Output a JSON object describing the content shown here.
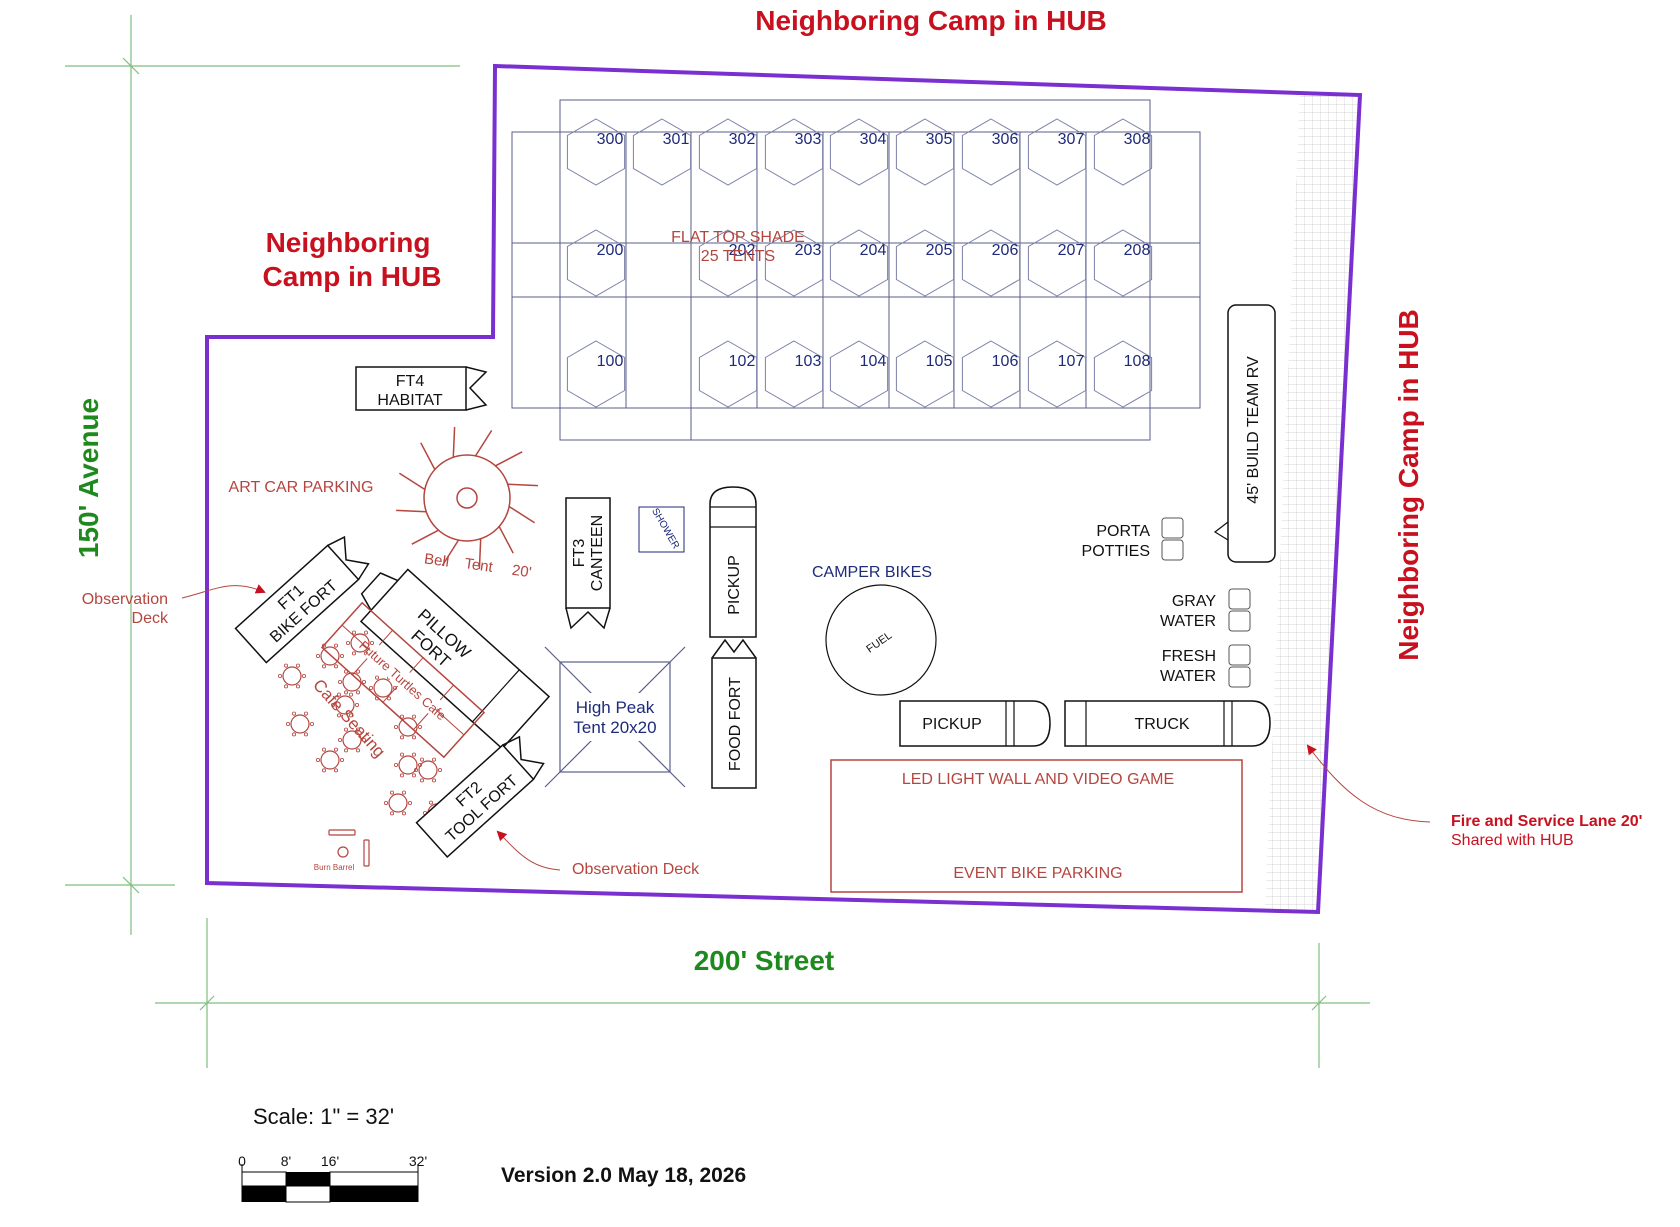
{
  "colors": {
    "boundary": "#7a2fd0",
    "heading_red": "#c8101e",
    "street_green": "#1e8a1e",
    "tent_navy": "#1e2a7a",
    "annotation_rust": "#b5453f",
    "dimension_green": "#7fbf7f"
  },
  "headings": {
    "top": "Neighboring Camp in HUB",
    "left_line1": "Neighboring",
    "left_line2": "Camp in HUB",
    "right": "Neighboring Camp in HUB",
    "avenue": "150' Avenue",
    "street": "200' Street"
  },
  "tents": {
    "row300": [
      "300",
      "301",
      "302",
      "303",
      "304",
      "305",
      "306",
      "307",
      "308"
    ],
    "row200": [
      "200",
      "202",
      "203",
      "204",
      "205",
      "206",
      "207",
      "208"
    ],
    "row100": [
      "100",
      "102",
      "103",
      "104",
      "105",
      "106",
      "107",
      "108"
    ],
    "shade_line1": "FLAT TOP SHADE",
    "shade_line2": "25 TENTS"
  },
  "structures": {
    "ft4_line1": "FT4",
    "ft4_line2": "HABITAT",
    "art_car": "ART CAR PARKING",
    "bell_tent_1": "Bell",
    "bell_tent_2": "Tent",
    "bell_tent_3": "20'",
    "ft3_line1": "FT3",
    "ft3_line2": "CANTEEN",
    "shower": "SHOWER",
    "pickup_vertical": "PICKUP",
    "food_fort": "FOOD FORT",
    "high_peak_1": "High Peak",
    "high_peak_2": "Tent 20x20",
    "camper_bikes": "CAMPER BIKES",
    "fuel": "FUEL",
    "pickup_horizontal": "PICKUP",
    "truck": "TRUCK",
    "rv": "45' BUILD TEAM RV",
    "porta_1": "PORTA",
    "porta_2": "POTTIES",
    "gray_1": "GRAY",
    "gray_2": "WATER",
    "fresh_1": "FRESH",
    "fresh_2": "WATER",
    "led_wall": "LED LIGHT WALL AND VIDEO GAME",
    "event_bike": "EVENT BIKE PARKING",
    "ft1_line1": "FT1",
    "ft1_line2": "BIKE FORT",
    "pillow_1": "PILLOW",
    "pillow_2": "FORT",
    "cafe": "Future Turtles Cafe",
    "cafe_seating": "Cafe Seating",
    "ft2_line1": "FT2",
    "ft2_line2": "TOOL FORT",
    "burn_barrel": "Burn Barrel"
  },
  "annotations": {
    "obs_left_1": "Observation",
    "obs_left_2": "Deck",
    "obs_bottom": "Observation Deck",
    "lane_1": "Fire and Service Lane 20'",
    "lane_2": "Shared with HUB"
  },
  "footer": {
    "scale": "Scale: 1\" = 32'",
    "tick_0": "0",
    "tick_8": "8'",
    "tick_16": "16'",
    "tick_32": "32'",
    "version": "Version 2.0 May 18, 2026"
  }
}
